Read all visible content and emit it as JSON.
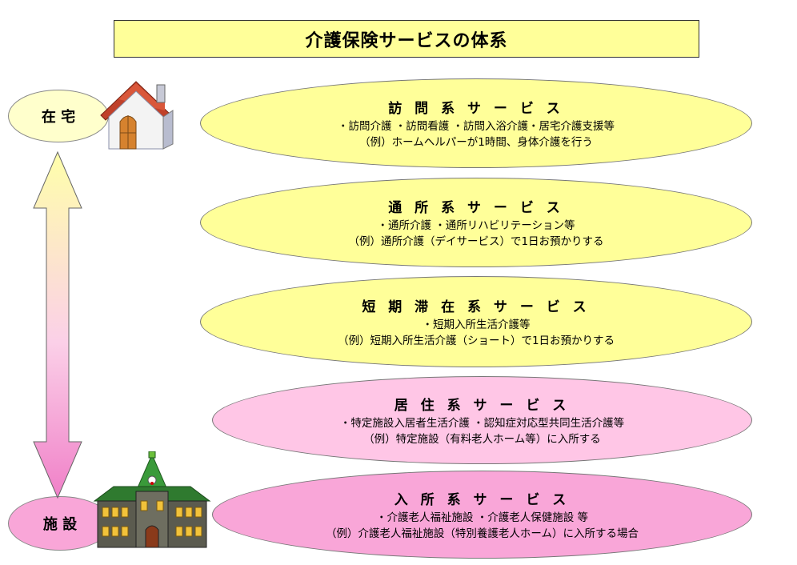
{
  "title": "介護保険サービスの体系",
  "left": {
    "top_label": "在 宅",
    "bottom_label": "施 設"
  },
  "services": [
    {
      "heading": "訪 問 系 サ ー ビ ス",
      "line1": "・訪問介護 ・訪問看護 ・訪問入浴介護・居宅介護支援等",
      "line2": "（例）ホームヘルパーが1時間、身体介護を行う"
    },
    {
      "heading": "通 所 系 サ ー ビ ス",
      "line1": "・通所介護 ・通所リハビリテーション等",
      "line2": "（例）通所介護（デイサービス）で1日お預かりする"
    },
    {
      "heading": "短 期 滞 在 系 サ ー ビ ス",
      "line1": "・短期入所生活介護等",
      "line2": "（例）短期入所生活介護（ショート）で1日お預かりする"
    },
    {
      "heading": "居 住 系 サ ー ビ ス",
      "line1": "・特定施設入居者生活介護 ・認知症対応型共同生活介護等",
      "line2": "（例）特定施設（有料老人ホーム等）に入所する"
    },
    {
      "heading": "入 所 系 サ ー ビ ス",
      "line1": "・介護老人福祉施設 ・介護老人保健施設 等",
      "line2": "（例）介護老人福祉施設（特別養護老人ホーム）に入所する場合"
    }
  ],
  "colors": {
    "title_bg": "#ffff99",
    "home_services": "#ffff99",
    "residential_service": "#ffc6e6",
    "facility_service": "#f9a6d8",
    "arrow_top": "#ffffaa",
    "arrow_bottom": "#f080c8"
  },
  "icons": {
    "home": "house-icon",
    "facility": "building-icon",
    "arrow": "double-arrow-icon"
  }
}
